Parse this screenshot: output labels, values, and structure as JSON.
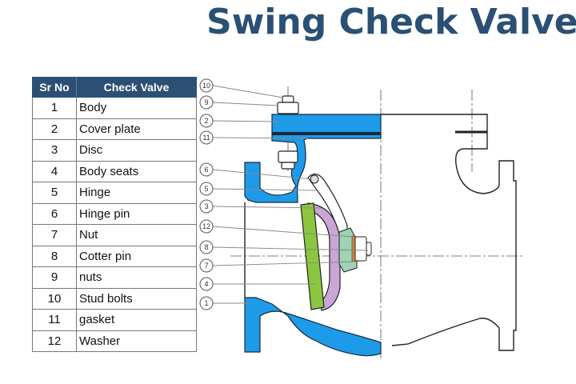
{
  "title": "Swing Check Valve",
  "table": {
    "headers": [
      "Sr No",
      "Check Valve"
    ],
    "rows": [
      {
        "no": "1",
        "part": "Body"
      },
      {
        "no": "2",
        "part": "Cover plate"
      },
      {
        "no": "3",
        "part": "Disc"
      },
      {
        "no": "4",
        "part": "Body seats"
      },
      {
        "no": "5",
        "part": "Hinge"
      },
      {
        "no": "6",
        "part": "Hinge pin"
      },
      {
        "no": "7",
        "part": "Nut"
      },
      {
        "no": "8",
        "part": "Cotter pin"
      },
      {
        "no": "9",
        "part": "nuts"
      },
      {
        "no": "10",
        "part": "Stud bolts"
      },
      {
        "no": "11",
        "part": "gasket"
      },
      {
        "no": "12",
        "part": "Washer"
      }
    ]
  },
  "callouts": [
    "10",
    "9",
    "2",
    "11",
    "6",
    "5",
    "3",
    "12",
    "8",
    "7",
    "4",
    "1"
  ],
  "colors": {
    "title": "#2a5074",
    "header_bg": "#2b5074",
    "body_blue": "#1e9be8",
    "disc_green": "#8cc63f",
    "seat_purple": "#c9a6d6",
    "hinge_green": "#9fd3b4",
    "washer_orange": "#d08a3a"
  }
}
